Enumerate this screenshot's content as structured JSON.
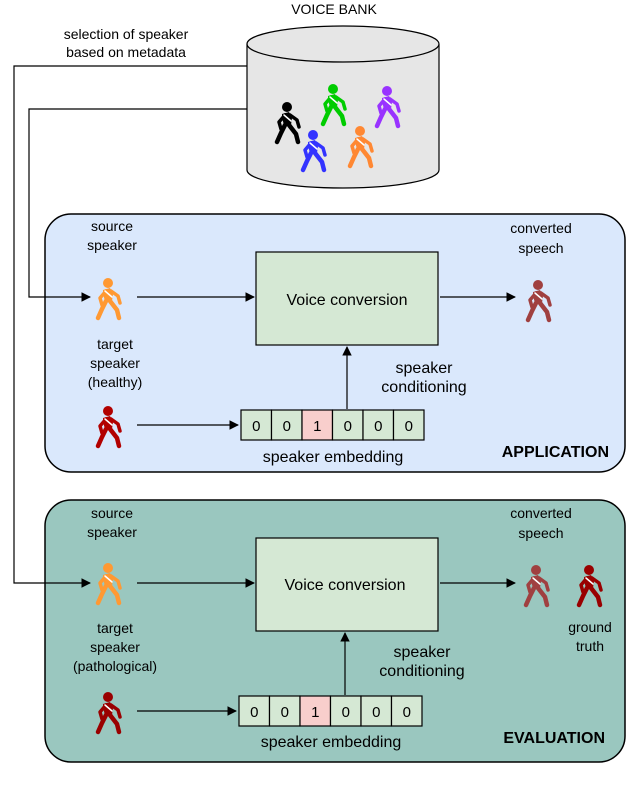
{
  "colors": {
    "application_panel": "#dae8fc",
    "evaluation_panel": "#9ac7bf",
    "vc_box": "#d5e8d4",
    "embedding_cell": "#d5e8d4",
    "embedding_active_cell": "#f8cecc",
    "source_speaker": "#ff9933",
    "healthy_target": "#b20000",
    "pathological_target": "#990000",
    "converted": "#a04040"
  },
  "voice_bank": {
    "title": "VOICE BANK",
    "selection_label_line1": "selection of speaker",
    "selection_label_line2": "based on metadata",
    "figure_colors": [
      "#000000",
      "#00cc00",
      "#9933ff",
      "#3333ff",
      "#ff8833"
    ]
  },
  "application": {
    "title": "APPLICATION",
    "source_label_line1": "source",
    "source_label_line2": "speaker",
    "target_label_line1": "target",
    "target_label_line2": "speaker",
    "target_label_line3": "(healthy)",
    "vc_label": "Voice conversion",
    "converted_label_line1": "converted",
    "converted_label_line2": "speech",
    "conditioning_line1": "speaker",
    "conditioning_line2": "conditioning",
    "embedding_label": "speaker embedding",
    "embedding": [
      "0",
      "0",
      "1",
      "0",
      "0",
      "0"
    ],
    "active_index": 2
  },
  "evaluation": {
    "title": "EVALUATION",
    "source_label_line1": "source",
    "source_label_line2": "speaker",
    "target_label_line1": "target",
    "target_label_line2": "speaker",
    "target_label_line3": "(pathological)",
    "vc_label": "Voice conversion",
    "converted_label_line1": "converted",
    "converted_label_line2": "speech",
    "ground_truth_line1": "ground",
    "ground_truth_line2": "truth",
    "conditioning_line1": "speaker",
    "conditioning_line2": "conditioning",
    "embedding_label": "speaker embedding",
    "embedding": [
      "0",
      "0",
      "1",
      "0",
      "0",
      "0"
    ],
    "active_index": 2
  }
}
